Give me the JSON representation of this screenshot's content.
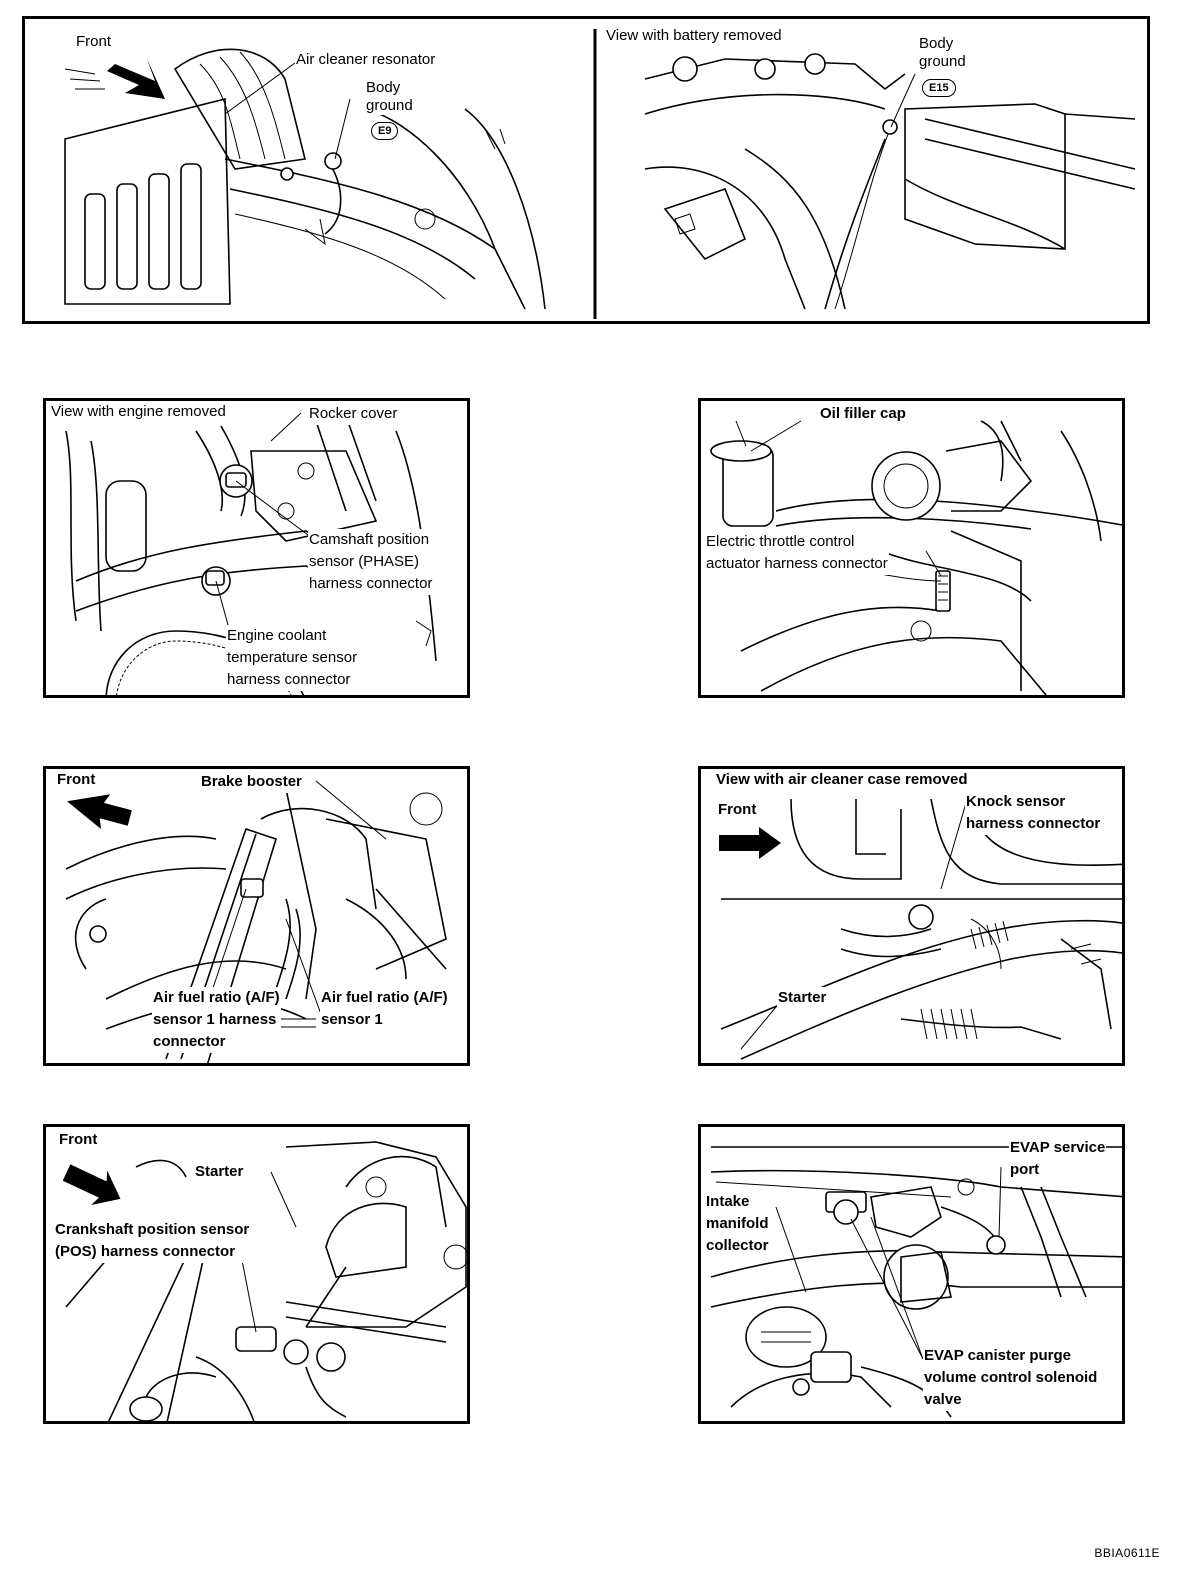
{
  "top_panel": {
    "left_view": {
      "front_label": "Front",
      "air_cleaner_label": "Air cleaner resonator",
      "body_ground_label": "Body\nground",
      "ground_id": "E9"
    },
    "right_view": {
      "caption": "View with battery removed",
      "body_ground_label": "Body\nground",
      "ground_id": "E15"
    }
  },
  "panel_cmp_ect": {
    "caption": "View with engine removed",
    "rocker_cover_label": "Rocker cover",
    "cmp_label": "Camshaft position\nsensor (PHASE)\nharness connector",
    "ect_label": "Engine coolant\ntemperature sensor\nharness connector"
  },
  "panel_throttle": {
    "oil_filler_label": "Oil filler cap",
    "throttle_label": "Electric throttle control\nactuator harness connector"
  },
  "panel_af_sensor": {
    "front_label": "Front",
    "brake_booster_label": "Brake booster",
    "af_connector_label": "Air fuel ratio (A/F)\nsensor 1 harness\nconnector",
    "af_sensor_label": "Air fuel ratio (A/F)\nsensor 1"
  },
  "panel_knock": {
    "caption": "View with air cleaner case removed",
    "front_label": "Front",
    "knock_label": "Knock sensor\nharness connector",
    "starter_label": "Starter"
  },
  "panel_crank": {
    "front_label": "Front",
    "starter_label": "Starter",
    "ckp_label": "Crankshaft position sensor\n(POS) harness connector"
  },
  "panel_evap": {
    "evap_port_label": "EVAP service\nport",
    "intake_label": "Intake\nmanifold\ncollector",
    "purge_label": "EVAP canister purge\nvolume control solenoid\nvalve"
  },
  "figure_code": "BBIA0611E"
}
